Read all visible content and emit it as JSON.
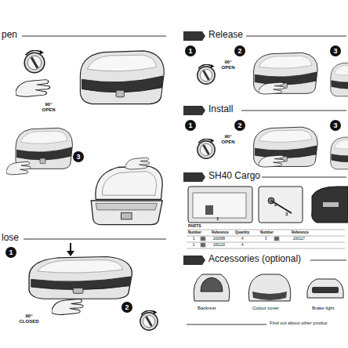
{
  "diagram": {
    "nodes": [
      {
        "text": [
          "3"
        ]
      },
      {
        "text": [
          "1"
        ]
      },
      {
        "text": [
          "2"
        ]
      },
      {
        "text": [
          "1"
        ]
      },
      {
        "text": [
          "2"
        ]
      },
      {
        "text": [
          "3"
        ]
      },
      {
        "text": [
          "1"
        ]
      },
      {
        "text": [
          "2"
        ]
      },
      {
        "text": [
          "3"
        ]
      }
    ],
    "labels": [
      "pen",
      "90° OPEN",
      "lose",
      "90° CLOSED",
      "Release",
      "90° OPEN",
      "Install",
      "90° OPEN",
      "SH40 Cargo",
      "1",
      "2",
      "3",
      "PARTS",
      "Number",
      "Reference",
      "Quantity",
      "Number",
      "Reference",
      "1",
      "200098",
      "4",
      "3",
      "200127",
      "2",
      "200120",
      "4",
      "Accessories (optional)",
      "Backrest",
      "Colour cover",
      "Brake light",
      "Find out about other produc"
    ]
  }
}
